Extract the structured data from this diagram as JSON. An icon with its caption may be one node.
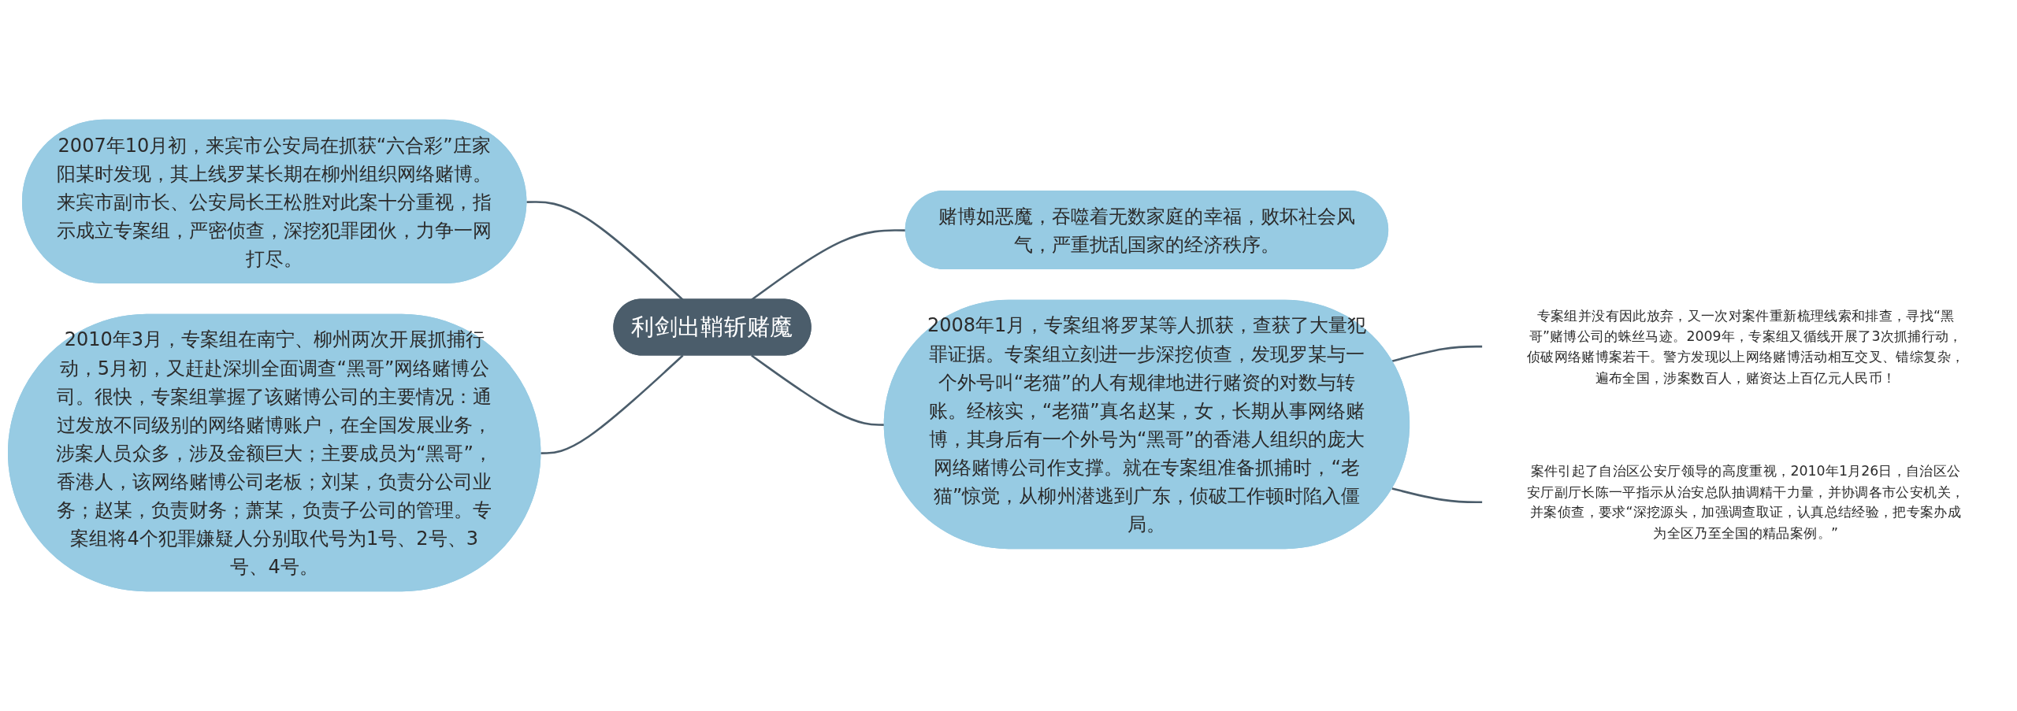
{
  "diagram": {
    "nodes": [
      {
        "text": [
          "利剑出鞘斩赌魔"
        ]
      },
      {
        "text": [
          "2007年10月初，来宾市公安局在抓获“六合彩”庄家阳某时发现，其上线罗某长期在柳州组织网络赌博。来宾市副市长、公安局长王松胜对此案十分重视，指示成立专案组，严密侦查，深挖犯罪团伙，力争一网打尽。"
        ]
      },
      {
        "text": [
          "2010年3月，专案组在南宁、柳州两次开展抓捕行动，5月初，又赶赴深圳全面调查“黑哥”网络赌博公司。很快，专案组掌握了该赌博公司的主要情况：通过发放不同级别的网络赌博账户，在全国发展业务，涉案人员众多，涉及金额巨大；主要成员为“黑哥”，香港人，该网络赌博公司老板；刘某，负责分公司业务；赵某，负责财务；萧某，负责子公司的管理。专案组将4个犯罪嫌疑人分别取代号为1号、2号、3号、4号。"
        ]
      },
      {
        "text": [
          "赌博如恶魔，吞噬着无数家庭的幸福，败坏社会风气，严重扰乱国家的经济秩序。"
        ]
      },
      {
        "text": [
          "2008年1月，专案组将罗某等人抓获，查获了大量犯罪证据。专案组立刻进一步深挖侦查，发现罗某与一个外号叫“老猫”的人有规律地进行赌资的对数与转账。经核实，“老猫”真名赵某，女，长期从事网络赌博，其身后有一个外号为“黑哥”的香港人组织的庞大网络赌博公司作支撑。就在专案组准备抓捕时，“老猫”惊觉，从柳州潜逃到广东，侦破工作顿时陷入僵局。"
        ]
      },
      {
        "text": [
          "专案组并没有因此放弃，又一次对案件重新梳理线索和排查，寻找“黑哥”赌博公司的蛛丝马迹。2009年，专案组又循线开展了3次抓捕行动，侦破网络赌博案若干。警方发现以上网络赌博活动相互交叉、错综复杂，遍布全国，涉案数百人，赌资达上百亿元人民币！"
        ]
      },
      {
        "text": [
          "案件引起了自治区公安厅领导的高度重视，2010年1月26日，自治区公安厅副厅长陈一平指示从治安总队抽调精干力量，并协调各市公安机关，并案侦查，要求“深挖源头，加强调查取证，认真总结经验，把专案办成为全区乃至全国的精品案例。”"
        ]
      }
    ],
    "edges": [
      {
        "from": 0,
        "to": 1,
        "arrow": "none"
      },
      {
        "from": 0,
        "to": 2,
        "arrow": "none"
      },
      {
        "from": 0,
        "to": 3,
        "arrow": "none"
      },
      {
        "from": 0,
        "to": 4,
        "arrow": "none"
      },
      {
        "from": 4,
        "to": 5,
        "arrow": "none"
      },
      {
        "from": 4,
        "to": 6,
        "arrow": "none"
      }
    ]
  }
}
